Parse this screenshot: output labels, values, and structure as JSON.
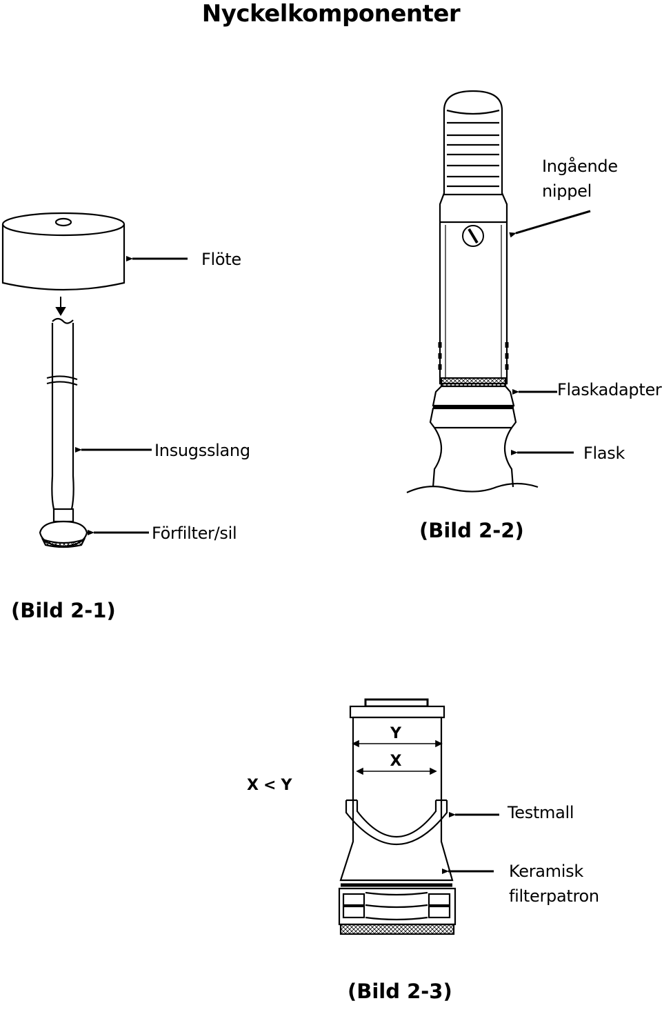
{
  "title": "Nyckelkomponenter",
  "figure_1": {
    "caption": "(Bild 2-1)",
    "labels": {
      "float": "Flöte",
      "hose": "Insugsslang",
      "prefilter": "Förfilter/sil"
    }
  },
  "figure_2": {
    "caption": "(Bild 2-2)",
    "labels": {
      "inlet_line1": "Ingående",
      "inlet_line2": "nippel",
      "adapter": "Flaskadapter",
      "bottle": "Flask"
    }
  },
  "figure_3": {
    "caption": "(Bild 2-3)",
    "relation": "X < Y",
    "dim_y": "Y",
    "dim_x": "X",
    "labels": {
      "gauge": "Testmall",
      "cartridge_line1": "Keramisk",
      "cartridge_line2": "filterpatron"
    }
  }
}
